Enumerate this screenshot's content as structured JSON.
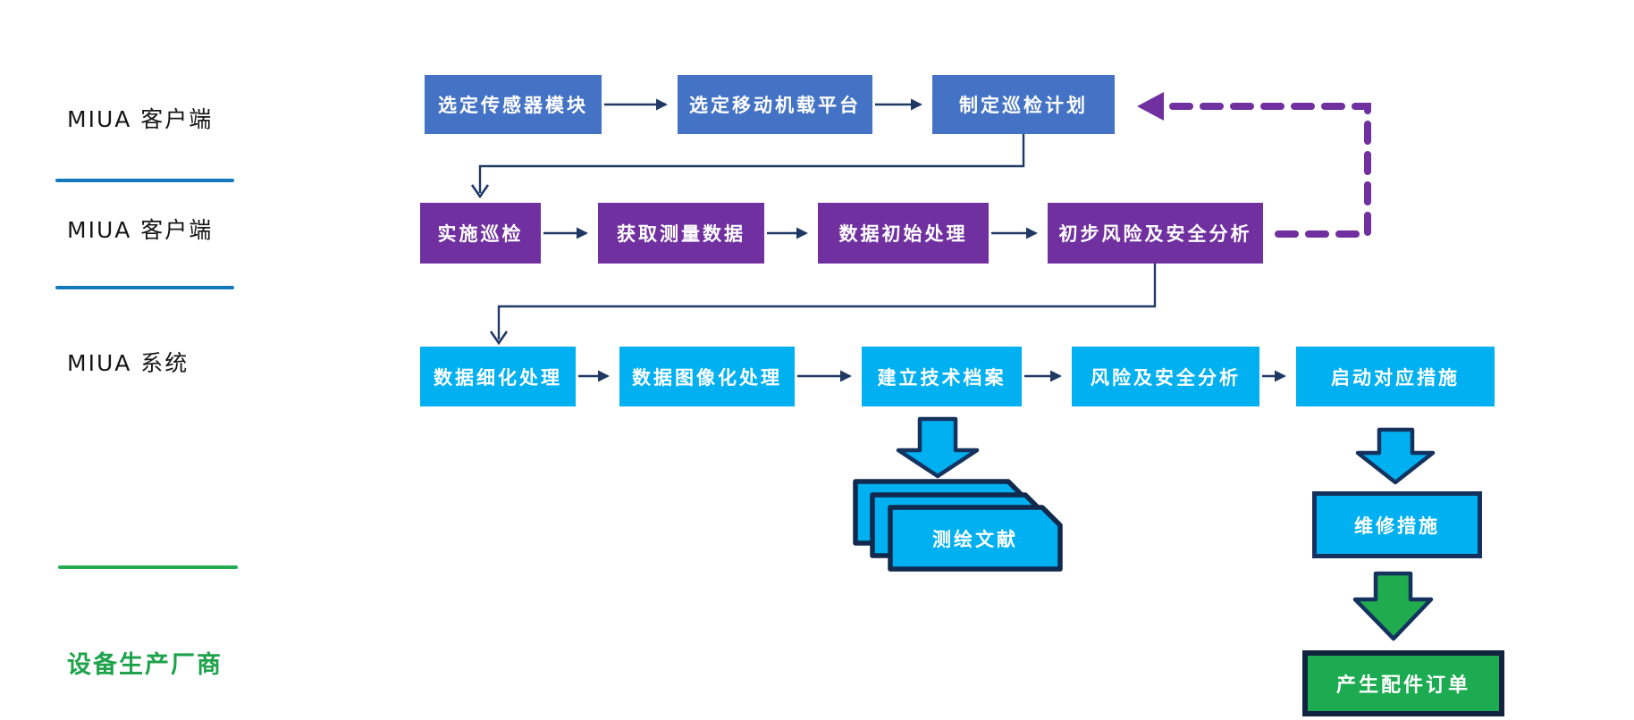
{
  "lanes": {
    "items": [
      {
        "label": "MIUA 客户端"
      },
      {
        "label": "MIUA 客户端"
      },
      {
        "label": "MIUA 系统"
      },
      {
        "label": "设备生产厂商"
      }
    ],
    "divider_blue": "#1478BE",
    "divider_green": "#21AC50",
    "manufacturer_text_color": "#1FA24C"
  },
  "flow": {
    "row1": {
      "fill": "#4472C4",
      "steps": [
        "选定传感器模块",
        "选定移动机载平台",
        "制定巡检计划"
      ]
    },
    "row2": {
      "fill": "#7030A0",
      "steps": [
        "实施巡检",
        "获取测量数据",
        "数据初始处理",
        "初步风险及安全分析"
      ]
    },
    "row3": {
      "fill": "#00B0F0",
      "steps": [
        "数据细化处理",
        "数据图像化处理",
        "建立技术档案",
        "风险及安全分析",
        "启动对应措施"
      ]
    },
    "documents_label": "测绘文献",
    "repair_label": "维修措施",
    "order_label": "产生配件订单",
    "order_fill": "#1CAB50",
    "connector_color": "#203864",
    "feedback_arrow_color": "#7030A0",
    "block_arrow_cyan": "#00B0F0",
    "block_arrow_green": "#21AB4F",
    "shape_outline": "#15325F"
  }
}
